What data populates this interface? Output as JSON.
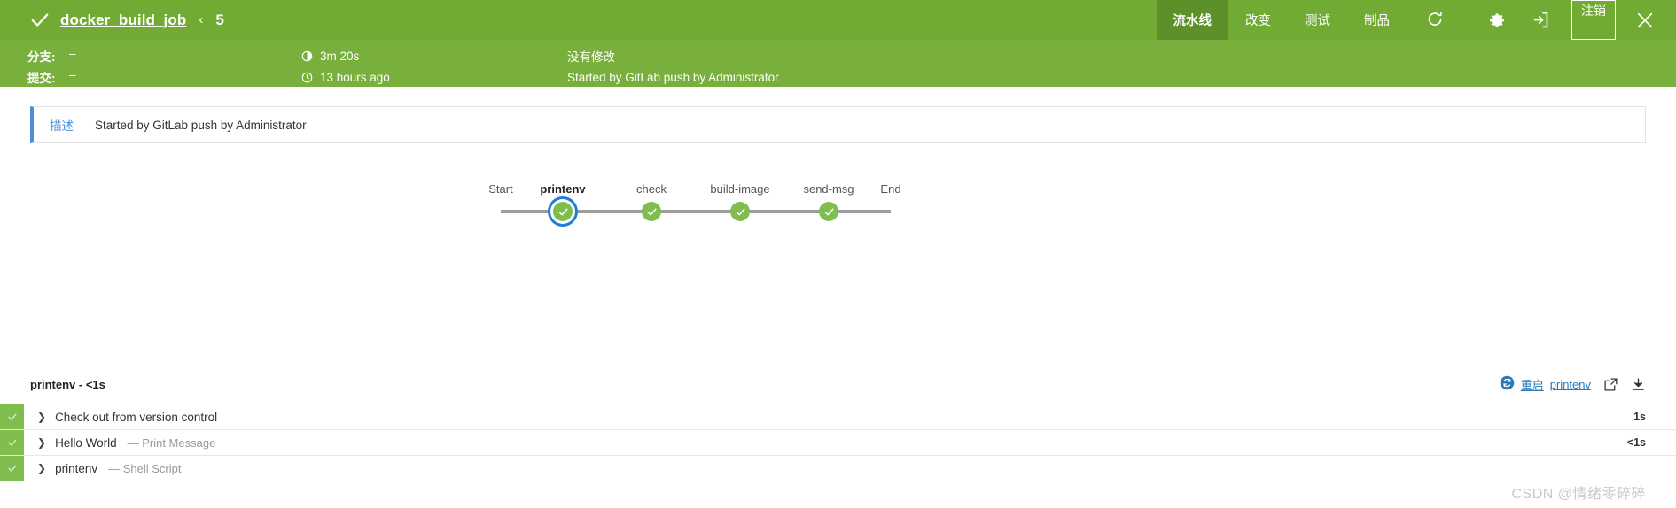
{
  "header": {
    "status_icon": "check-icon",
    "job_name": "docker_build_job",
    "separator": "‹",
    "build_number": "5",
    "nav": [
      {
        "label": "流水线",
        "active": true
      },
      {
        "label": "改变",
        "active": false
      },
      {
        "label": "测试",
        "active": false
      },
      {
        "label": "制品",
        "active": false
      }
    ],
    "icons": {
      "reload": "reload-icon",
      "gear": "gear-icon",
      "login": "login-arrow-icon",
      "close": "close-icon"
    },
    "logout_label": "注销",
    "bg_color": "#72ab33",
    "active_tab_color": "#5d9028"
  },
  "meta": {
    "bg_color": "#79af3c",
    "rows": [
      {
        "label": "分支:",
        "value": "–",
        "icon": "duration-icon",
        "middle": "3m 20s",
        "right": "没有修改"
      },
      {
        "label": "提交:",
        "value": "–",
        "icon": "clock-icon",
        "middle": "13 hours ago",
        "right": "Started by GitLab push by Administrator"
      }
    ]
  },
  "description": {
    "label": "描述",
    "text": "Started by GitLab push by Administrator",
    "accent_color": "#4a90d9"
  },
  "pipeline": {
    "stages": [
      {
        "label": "Start",
        "type": "dot",
        "current": false
      },
      {
        "label": "printenv",
        "type": "circle",
        "current": true
      },
      {
        "label": "check",
        "type": "circle",
        "current": false
      },
      {
        "label": "build-image",
        "type": "circle",
        "current": false
      },
      {
        "label": "send-msg",
        "type": "circle",
        "current": false
      },
      {
        "label": "End",
        "type": "dot",
        "current": false
      }
    ],
    "success_color": "#80bd4f",
    "track_color": "#9d9d9d",
    "highlight_color": "#1f7fd6"
  },
  "steps_panel": {
    "title": "printenv - <1s",
    "restart_label_prefix": "重启",
    "restart_label_target": "printenv",
    "icons": {
      "restart": "restart-circle-icon",
      "open_external": "external-link-icon",
      "download": "download-icon"
    },
    "steps": [
      {
        "name": "Check out from version control",
        "sub": "",
        "duration": "1s"
      },
      {
        "name": "Hello World",
        "sub": "— Print Message",
        "duration": "<1s"
      },
      {
        "name": "printenv",
        "sub": "— Shell Script",
        "duration": ""
      }
    ]
  },
  "watermark": "CSDN @情绪零碎碎"
}
